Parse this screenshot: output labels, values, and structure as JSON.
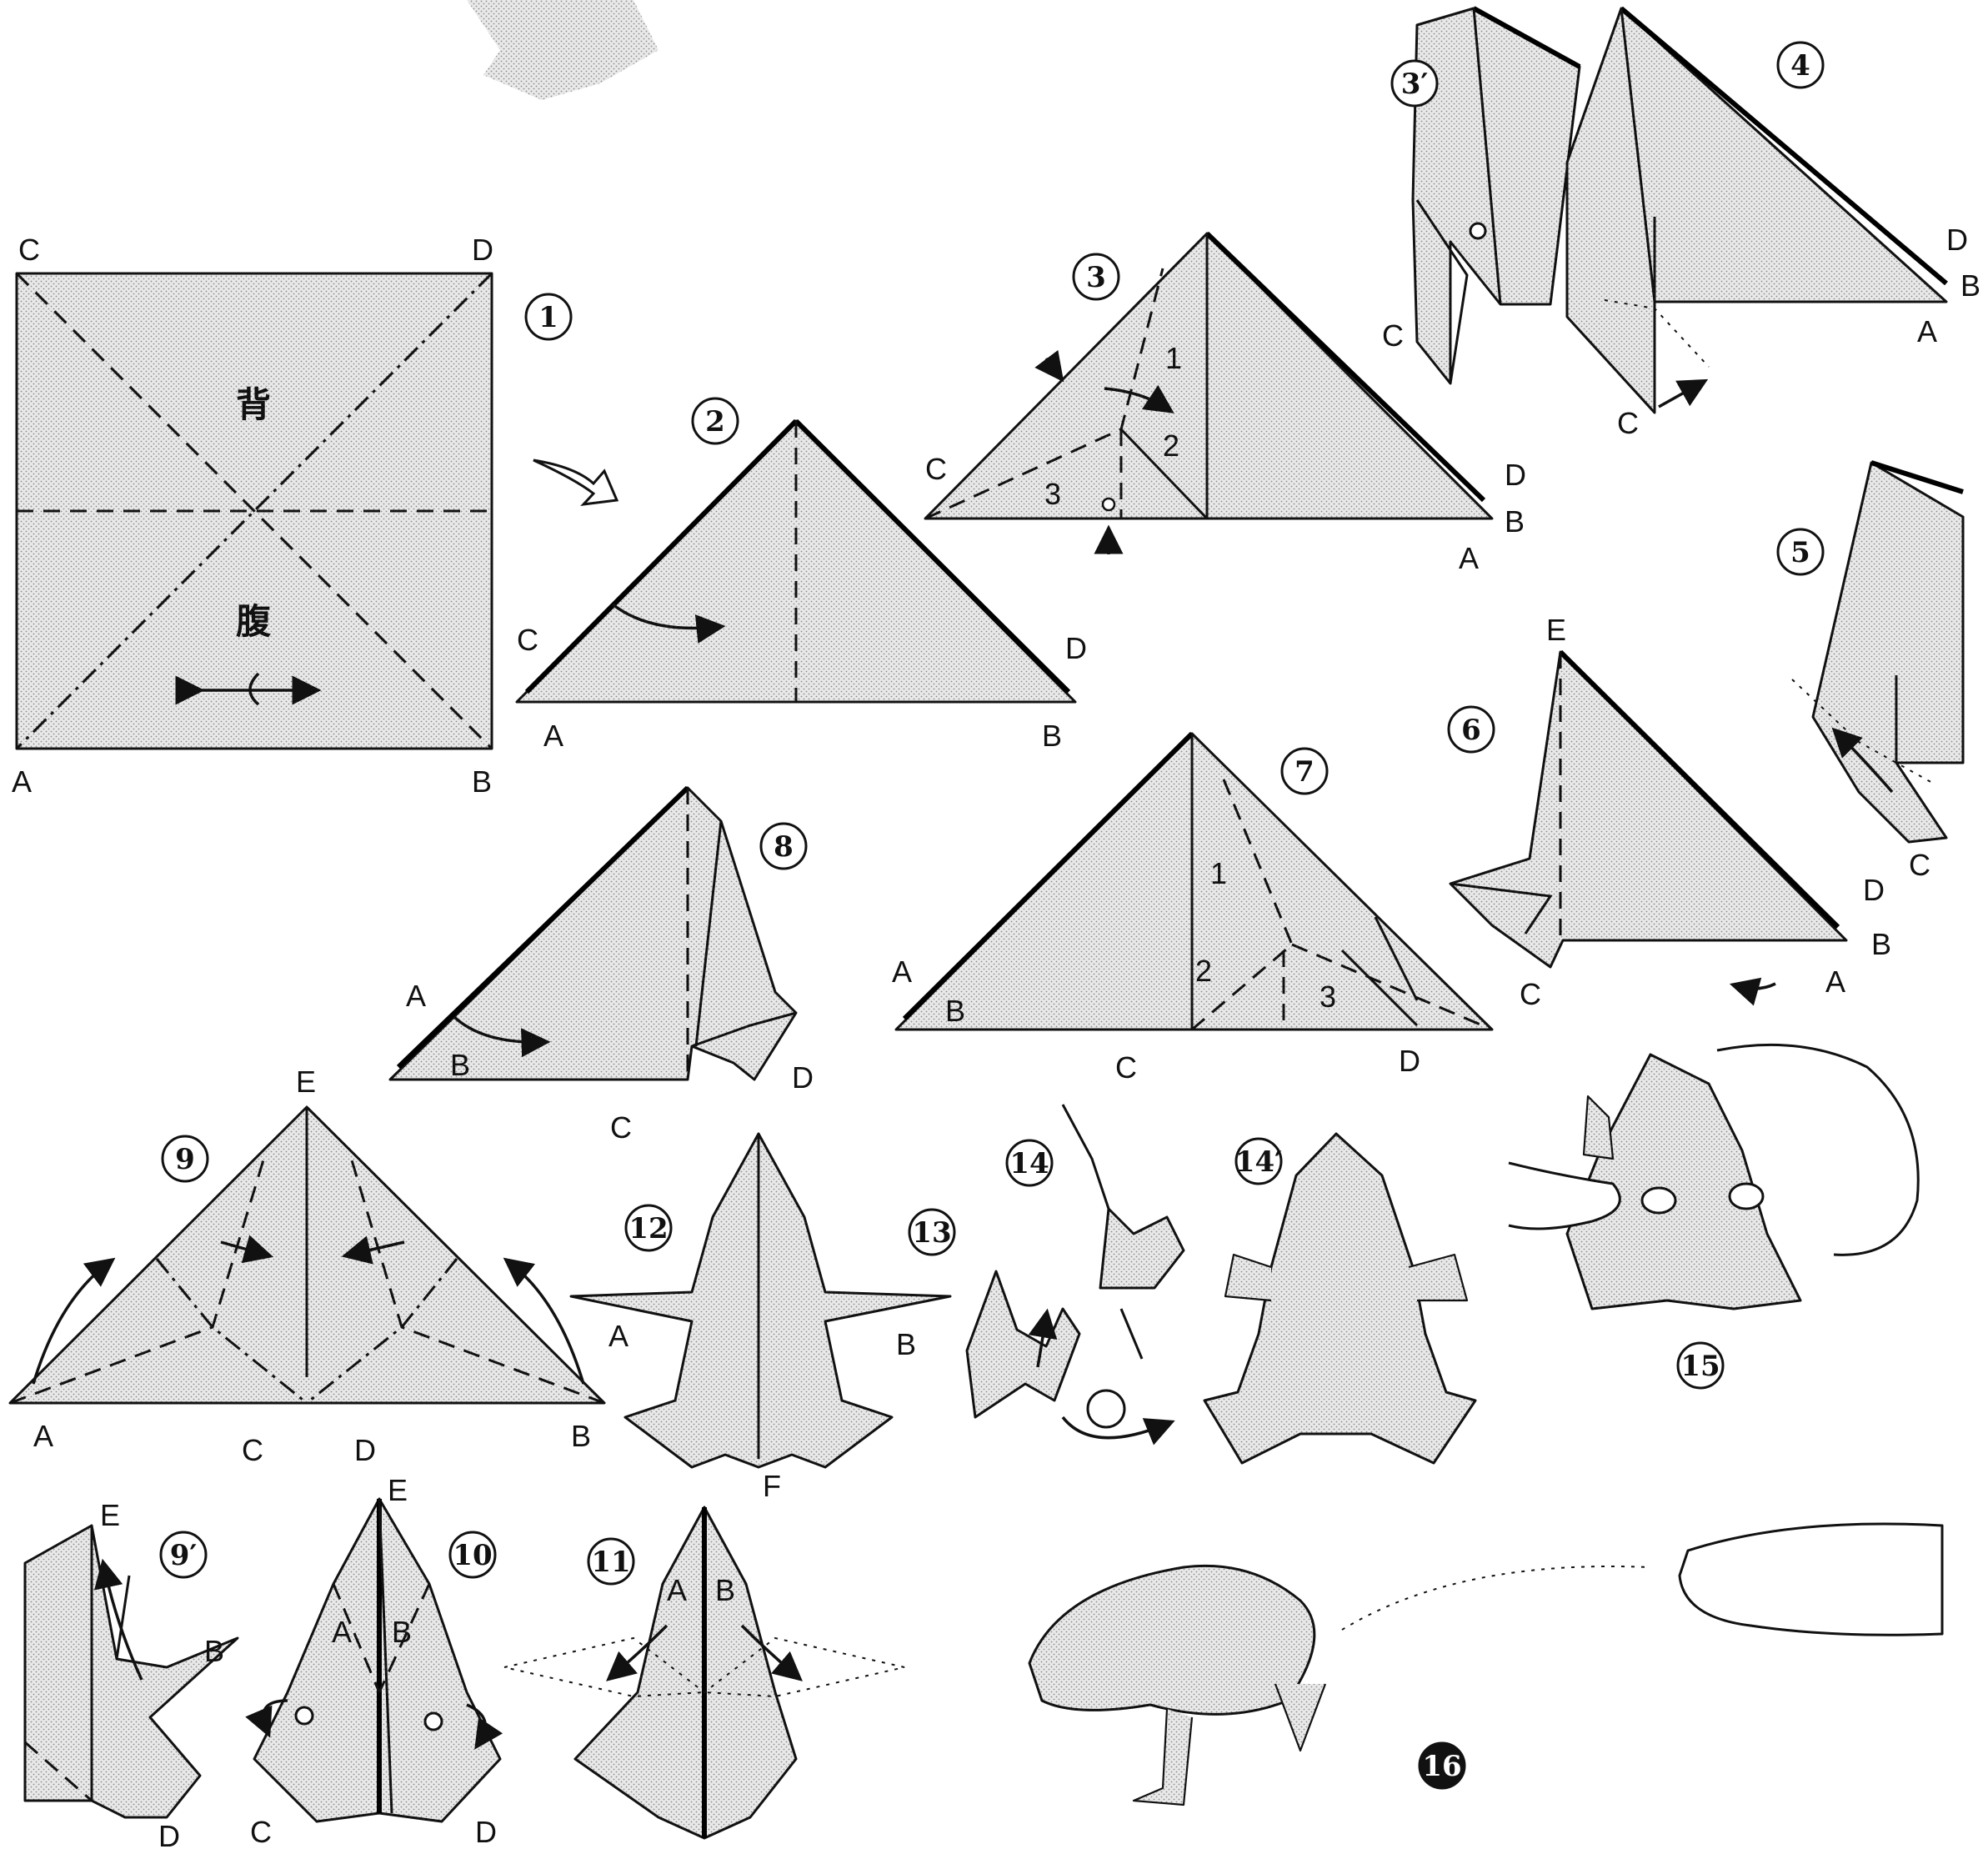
{
  "steps": {
    "s1": "1",
    "s2": "2",
    "s3": "3",
    "s3p": "3′",
    "s4": "4",
    "s5": "5",
    "s6": "6",
    "s7": "7",
    "s8": "8",
    "s9": "9",
    "s9p": "9′",
    "s10": "10",
    "s11": "11",
    "s12": "12",
    "s13": "13",
    "s14": "14",
    "s14p": "14′",
    "s15": "15",
    "s16": "16"
  },
  "kanji": {
    "back": "背",
    "belly": "腹"
  },
  "labels": {
    "A": "A",
    "B": "B",
    "C": "C",
    "D": "D",
    "E": "E",
    "F": "F",
    "n1": "1",
    "n2": "2",
    "n3": "3"
  }
}
